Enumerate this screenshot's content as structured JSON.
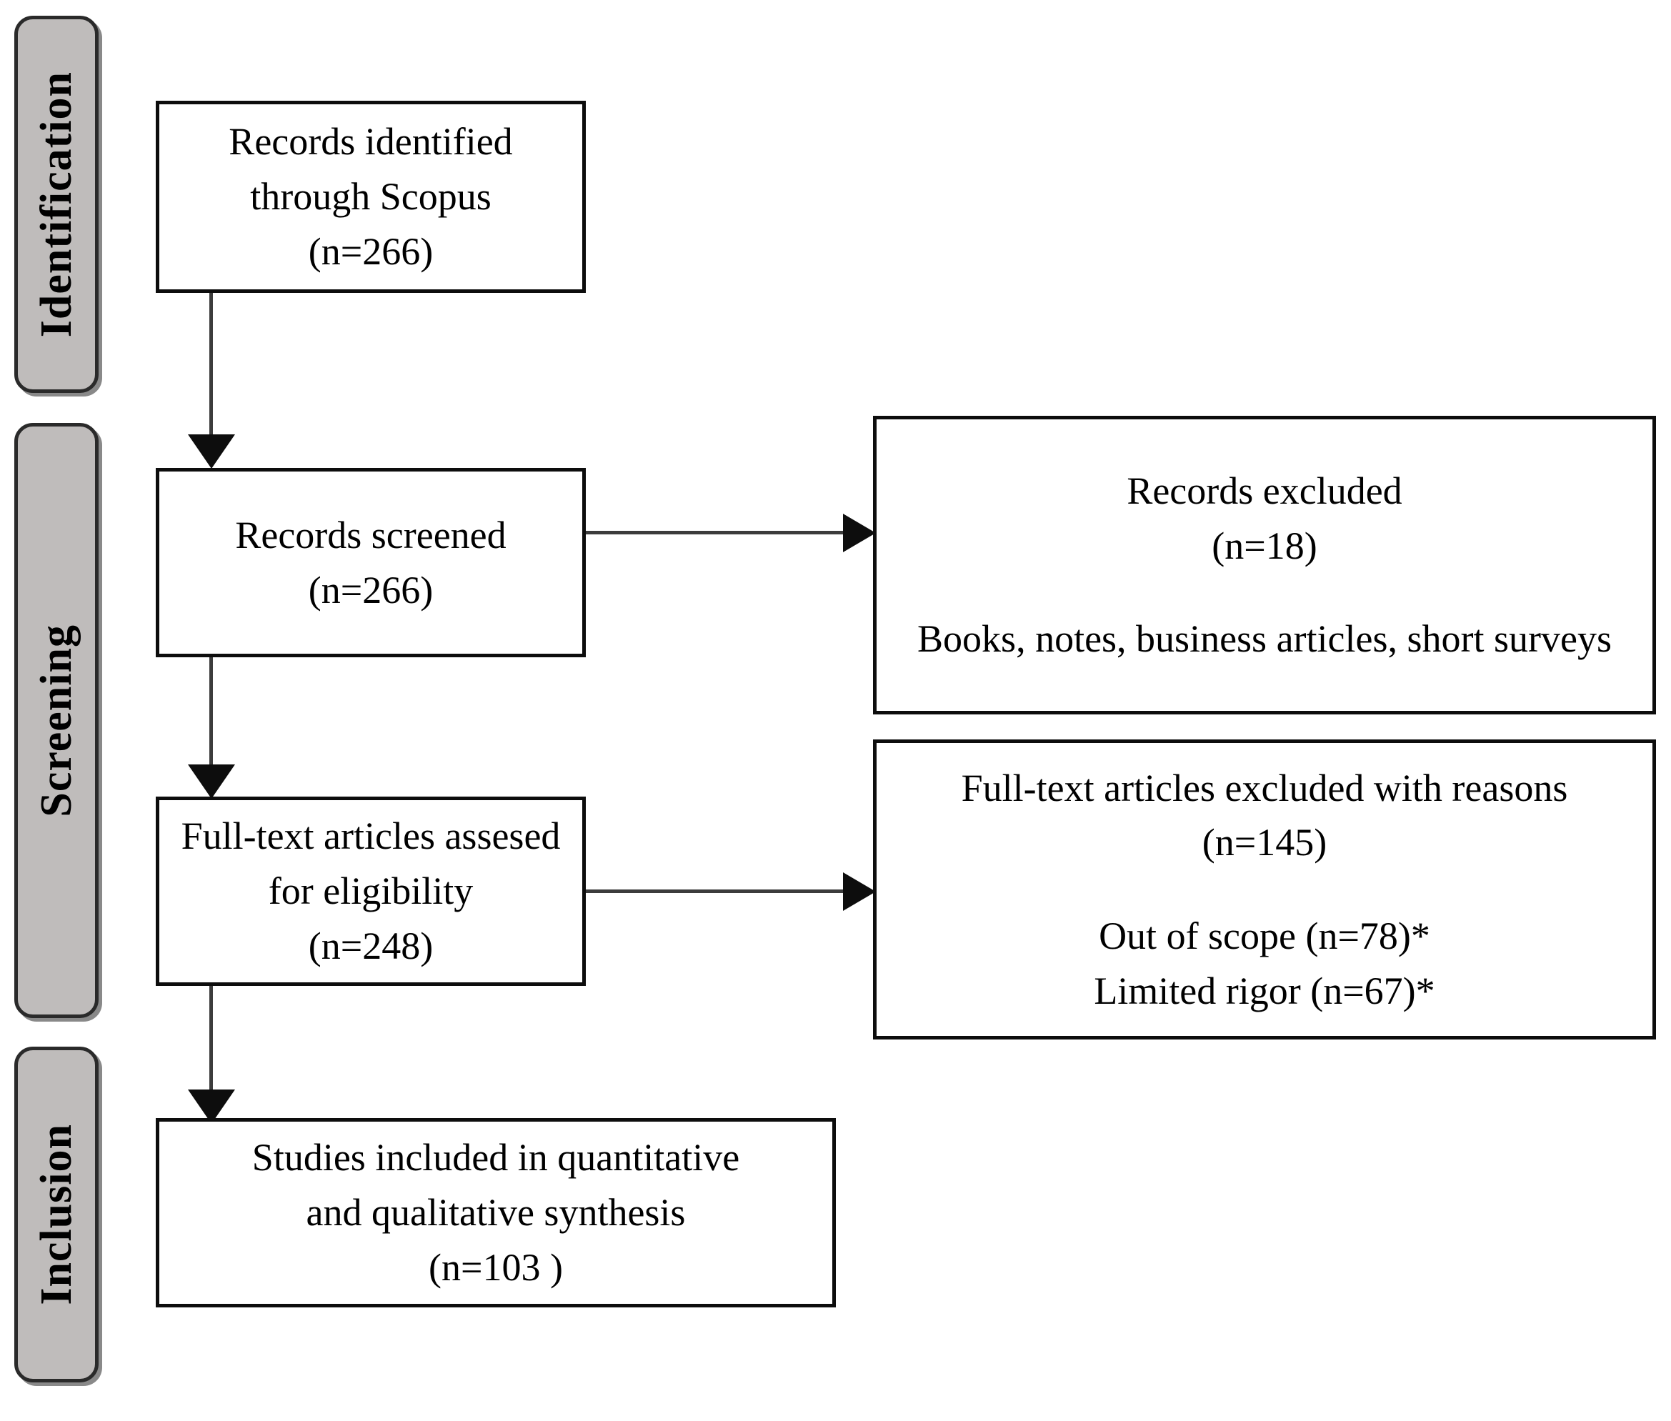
{
  "diagram": {
    "title": "PRISMA flow diagram",
    "type": "prisma-flowchart",
    "colors": {
      "stage_tab_fill": "#bfbcbb",
      "stage_tab_border": "#2a2a2a",
      "box_fill": "#ffffff",
      "box_border": "#0d0d0d",
      "connector": "#3c3c3c",
      "background": "#ffffff",
      "text": "#000000"
    }
  },
  "stages": [
    {
      "id": "identification",
      "label": "Identification"
    },
    {
      "id": "screening",
      "label": "Screening"
    },
    {
      "id": "inclusion",
      "label": "Inclusion"
    }
  ],
  "boxes": {
    "identified": {
      "stage": "identification",
      "lines": [
        "Records identified",
        "through Scopus",
        "(n=266)"
      ],
      "count_label": "(n=266)",
      "count": 266
    },
    "screened": {
      "stage": "screening",
      "lines": [
        "Records screened",
        "(n=266)"
      ],
      "count_label": "(n=266)",
      "count": 266
    },
    "excluded": {
      "stage": "screening",
      "lines": [
        "Records excluded",
        "(n=18)",
        "",
        "Books, notes, business articles, short surveys"
      ],
      "heading": "Records excluded",
      "count_label": "(n=18)",
      "count": 18,
      "reason": "Books, notes, business articles, short surveys"
    },
    "fulltext": {
      "stage": "screening",
      "lines": [
        "Full-text articles assesed",
        "for eligibility",
        "(n=248)"
      ],
      "count_label": "(n=248)",
      "count": 248
    },
    "excluded_reasons": {
      "stage": "screening",
      "heading": "Full-text articles excluded with reasons",
      "count_label": "(n=145)",
      "count": 145,
      "reasons": [
        {
          "label": "Out of scope (n=78)*",
          "count": 78
        },
        {
          "label": "Limited rigor (n=67)*",
          "count": 67
        }
      ]
    },
    "included": {
      "stage": "inclusion",
      "lines": [
        "Studies included in quantitative",
        "and qualitative synthesis",
        "(n=103 )"
      ],
      "count_label": "(n=103 )",
      "count": 103
    }
  },
  "connectors": [
    {
      "id": "identified-to-screened",
      "from": "identified",
      "to": "screened",
      "direction": "down"
    },
    {
      "id": "screened-to-excluded",
      "from": "screened",
      "to": "excluded",
      "direction": "right"
    },
    {
      "id": "screened-to-fulltext",
      "from": "screened",
      "to": "fulltext",
      "direction": "down"
    },
    {
      "id": "fulltext-to-excluded-reasons",
      "from": "fulltext",
      "to": "excluded_reasons",
      "direction": "right"
    },
    {
      "id": "fulltext-to-included",
      "from": "fulltext",
      "to": "included",
      "direction": "down"
    }
  ]
}
